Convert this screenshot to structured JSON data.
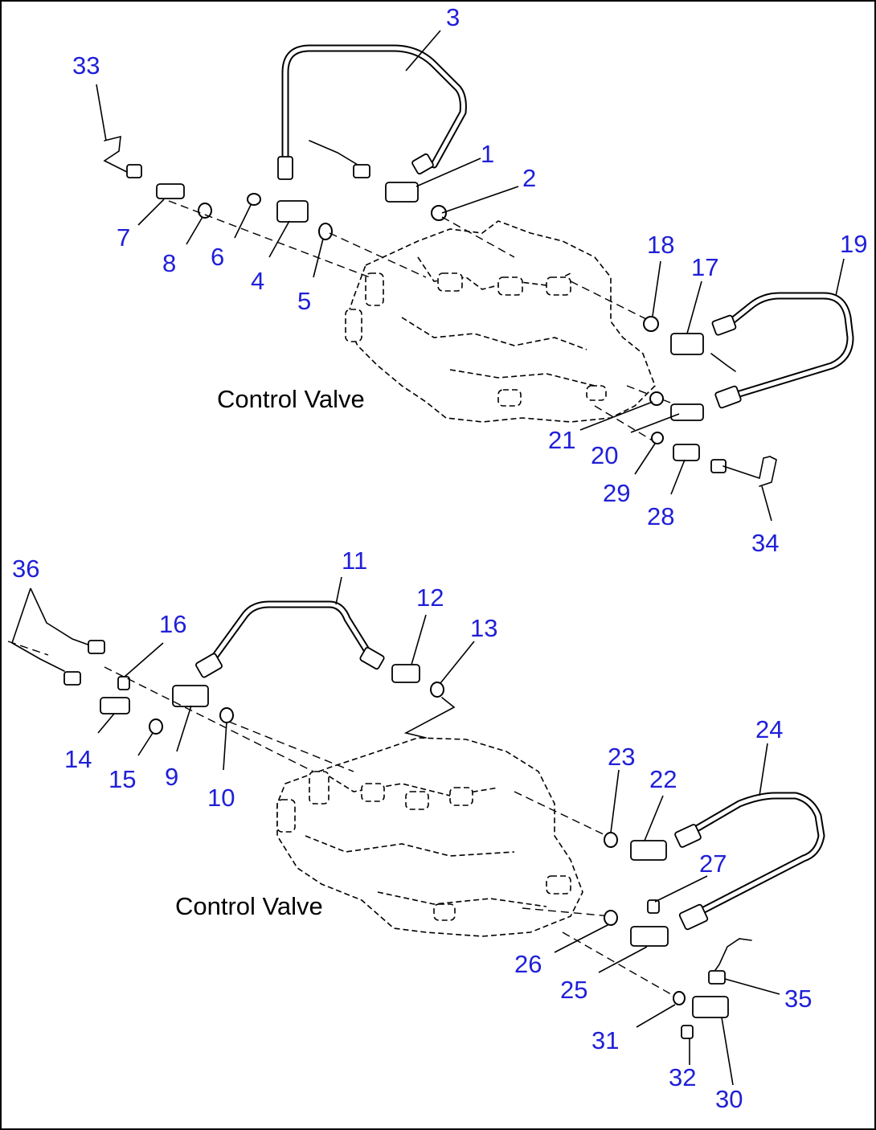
{
  "diagram": {
    "top_caption": "Control Valve",
    "bottom_caption": "Control Valve",
    "callouts": {
      "c1": "1",
      "c2": "2",
      "c3": "3",
      "c4": "4",
      "c5": "5",
      "c6": "6",
      "c7": "7",
      "c8": "8",
      "c9": "9",
      "c10": "10",
      "c11": "11",
      "c12": "12",
      "c13": "13",
      "c14": "14",
      "c15": "15",
      "c16": "16",
      "c17": "17",
      "c18": "18",
      "c19": "19",
      "c20": "20",
      "c21": "21",
      "c22": "22",
      "c23": "23",
      "c24": "24",
      "c25": "25",
      "c26": "26",
      "c27": "27",
      "c28": "28",
      "c29": "29",
      "c30": "30",
      "c31": "31",
      "c32": "32",
      "c33": "33",
      "c34": "34",
      "c35": "35",
      "c36": "36"
    },
    "colors": {
      "callout": "#2020d8",
      "line": "#000000",
      "background": "#ffffff"
    }
  }
}
